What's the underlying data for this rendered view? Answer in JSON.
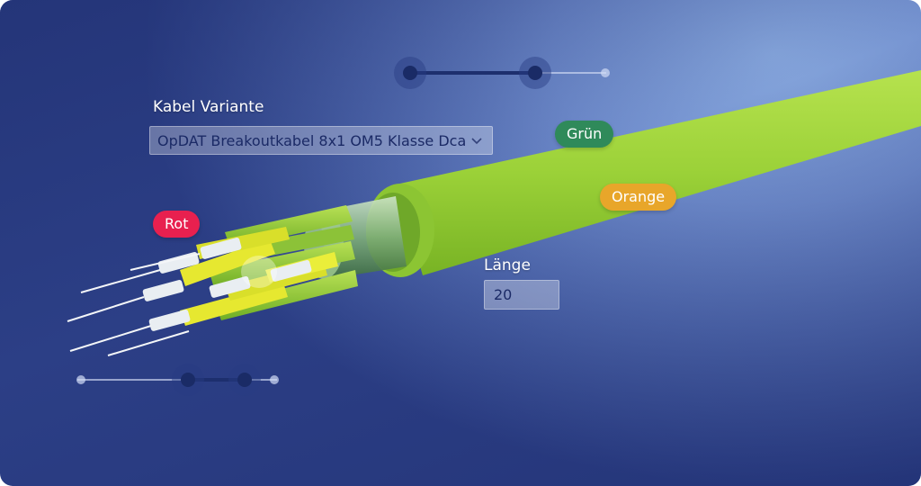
{
  "variant": {
    "label": "Kabel Variante",
    "selected": "OpDAT Breakoutkabel 8x1 OM5 Klasse Dca"
  },
  "length": {
    "label": "Länge",
    "value": "20"
  },
  "badges": {
    "gruen": "Grün",
    "orange": "Orange",
    "rot": "Rot"
  },
  "colors": {
    "jacket": "#9ed33a",
    "gruen_badge": "#2f8a5a",
    "orange_badge": "#e8a62a",
    "rot_badge": "#e8204f",
    "fiber_yellow": "#e6e830",
    "slider_handle": "#1a2b66"
  },
  "icons": {
    "dropdown": "chevron-down-icon"
  }
}
